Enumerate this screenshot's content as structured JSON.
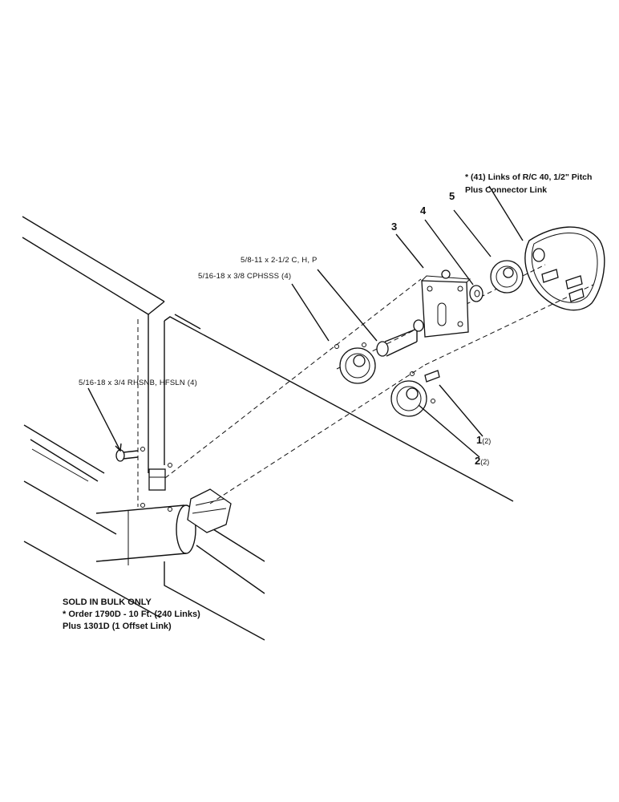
{
  "chain_note": {
    "line1": "* (41) Links of R/C 40, 1/2\" Pitch",
    "line2": "Plus Connector Link"
  },
  "callouts": {
    "c3": "3",
    "c4": "4",
    "c5": "5",
    "c1": "1",
    "c1_qty": "(2)",
    "c2": "2",
    "c2_qty": "(2)"
  },
  "hardware": {
    "bolt_pin": "5/8-11 x 2-1/2 C, H, P",
    "setscrew": "5/16-18 x 3/8  CPHSSS (4)",
    "carriage_bolt": "5/16-18 x 3/4 RHSNB, HFSLN (4)"
  },
  "bulk_note": {
    "line1": "SOLD IN BULK ONLY",
    "line2": "* Order 1790D - 10 Ft. (240 Links)",
    "line3": "Plus 1301D (1 Offset Link)"
  }
}
